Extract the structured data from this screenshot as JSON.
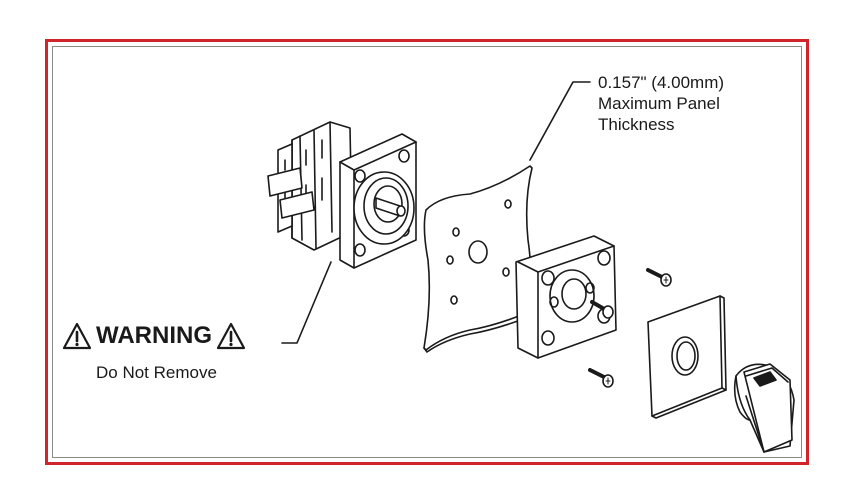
{
  "panel_note": {
    "line1": "0.157\" (4.00mm)",
    "line2": "Maximum Panel",
    "line3": "Thickness"
  },
  "warning": {
    "title": "WARNING",
    "subtitle": "Do Not Remove",
    "icon": "warning-triangle-icon"
  },
  "colors": {
    "border": "#d0252b",
    "line": "#1a1a1a"
  }
}
